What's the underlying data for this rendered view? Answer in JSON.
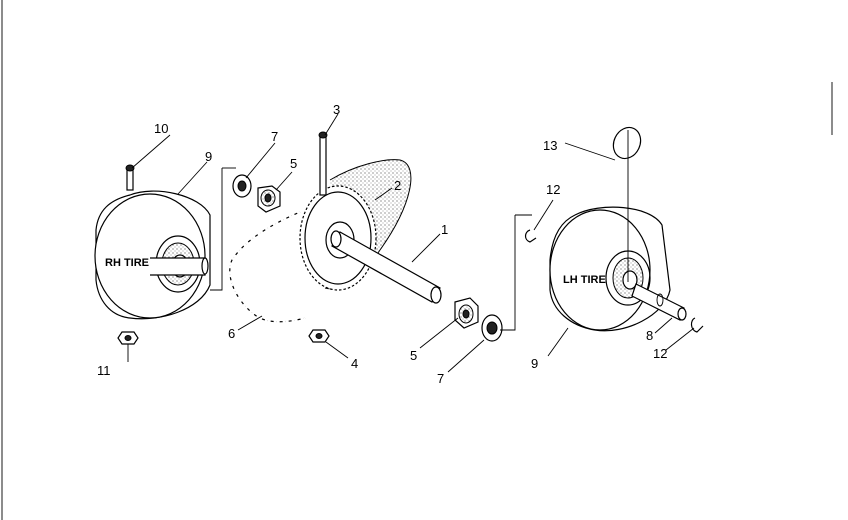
{
  "diagram": {
    "labels": {
      "rh_tire": "RH TIRE",
      "lh_tire": "LH TIRE",
      "n1": "1",
      "n2": "2",
      "n3": "3",
      "n4": "4",
      "n5a": "5",
      "n5b": "5",
      "n6": "6",
      "n7a": "7",
      "n7b": "7",
      "n8": "8",
      "n9a": "9",
      "n9b": "9",
      "n10": "10",
      "n11": "11",
      "n12a": "12",
      "n12b": "12",
      "n13": "13"
    }
  }
}
